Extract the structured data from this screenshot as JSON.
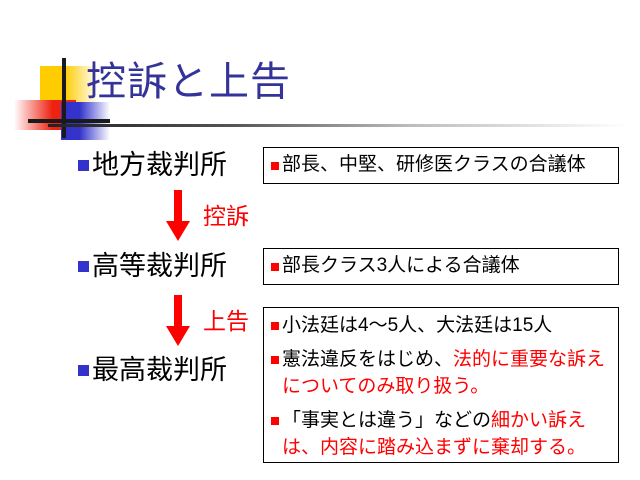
{
  "slide": {
    "title": "控訴と上告",
    "title_color": "#333399",
    "accent_red": "#FF0000",
    "accent_blue": "#3333CC"
  },
  "decoration": {
    "yellow_block": "yellow-gradient-square",
    "red_block": "red-gradient-square",
    "blue_block": "blue-gradient-square",
    "vertical_line": "black-vertical-rule",
    "horizontal_line": "black-horizontal-rule"
  },
  "courts": [
    {
      "label": "地方裁判所"
    },
    {
      "label": "高等裁判所"
    },
    {
      "label": "最高裁判所"
    }
  ],
  "arrows": [
    {
      "label": "控訴",
      "icon": "arrow-down-icon"
    },
    {
      "label": "上告",
      "icon": "arrow-down-icon"
    }
  ],
  "boxes": {
    "district": {
      "lines": [
        {
          "black": "部長、中堅、研修医クラスの合議体",
          "red": ""
        }
      ]
    },
    "high": {
      "lines": [
        {
          "black": "部長クラス3人による合議体",
          "red": ""
        }
      ]
    },
    "supreme": {
      "lines": [
        {
          "black": "小法廷は4〜5人、大法廷は15人",
          "red": ""
        },
        {
          "black": "憲法違反をはじめ、",
          "red": "法的に重要な訴えについてのみ取り扱う。"
        },
        {
          "black": "「事実とは違う」などの",
          "red": "細かい訴えは、内容に踏み込まずに棄却する。"
        }
      ]
    }
  }
}
